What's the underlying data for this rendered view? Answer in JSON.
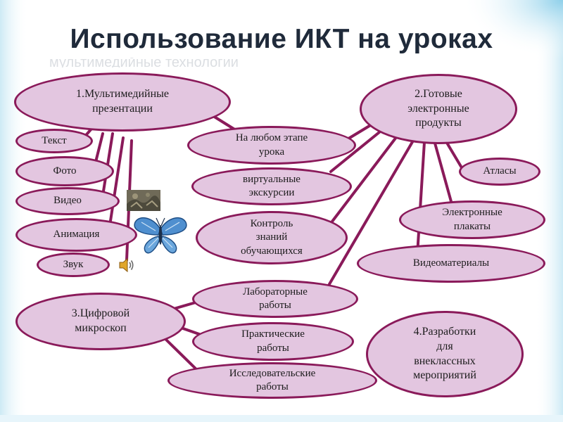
{
  "title": "Использование ИКТ на уроках",
  "title_ghost": "мультимедийные технологии",
  "colors": {
    "node_fill": "#e3c6e0",
    "node_border": "#8a1a5a",
    "connector": "#8a1a5a",
    "title": "#1f2a3a",
    "background_accent": "#bfe3f2"
  },
  "icons": [
    "photo-thumbnail-icon",
    "butterfly-icon",
    "speaker-icon"
  ],
  "nodes": {
    "multimedia": "1.Мультимедийные\nпрезентации",
    "ready_products": "2.Готовые\nэлектронные\nпродукты",
    "microscope": "3.Цифровой\nмикроскоп",
    "extracurricular": "4.Разработки\nдля\nвнеклассных\nмероприятий",
    "text": "Текст",
    "photo": "Фото",
    "video": "Видео",
    "animation": "Анимация",
    "sound": "Звук",
    "any_stage": "На любом этапе\nурока",
    "virtual_tours": "виртуальные\nэкскурсии",
    "knowledge_control": "Контроль\nзнаний\nобучающихся",
    "lab_works": "Лабораторные\nработы",
    "practical_works": "Практические\nработы",
    "research_works": "Исследовательские\nработы",
    "atlases": "Атласы",
    "e_posters": "Электронные\nплакаты",
    "video_materials": "Видеоматериалы"
  }
}
